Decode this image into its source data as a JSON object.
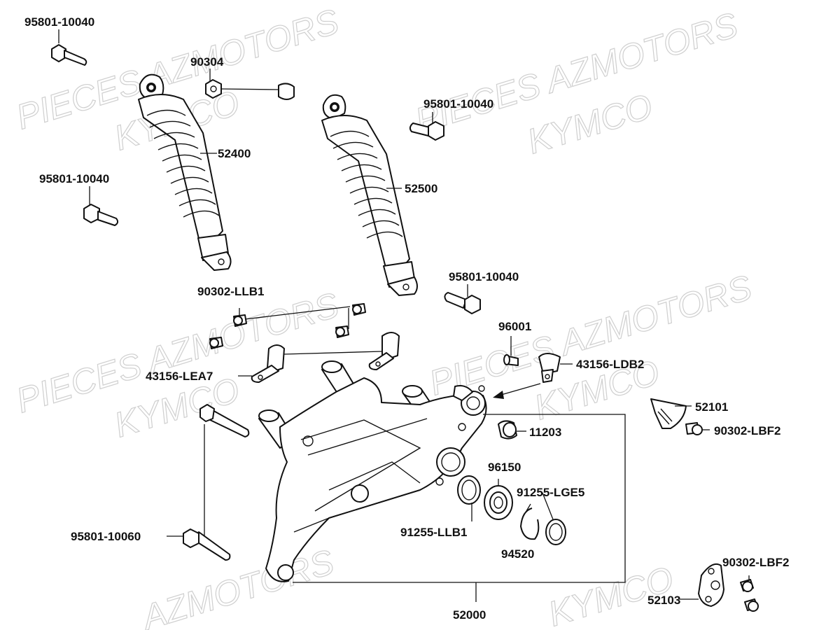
{
  "watermarks": [
    "PIECES AZMOTORS",
    "KYMCO",
    "PIECES AZMOTORS",
    "KYMCO",
    "PIECES AZMOTORS",
    "KYMCO",
    "PIECES AZMOTORS",
    "KYMCO",
    "AZMOTORS",
    "KYMCO"
  ],
  "labels": {
    "bolt_top_left": "95801-10040",
    "nut_90304": "90304",
    "bolt_center": "95801-10040",
    "shock_left": "52400",
    "bolt_left": "95801-10040",
    "shock_right": "52500",
    "bolt_lower": "95801-10040",
    "bolt_clamp": "90302-LLB1",
    "pin_96001": "96001",
    "clamp_left": "43156-LEA7",
    "clamp_right": "43156-LDB2",
    "bracket_52101": "52101",
    "bolt_lbf2_a": "90302-LBF2",
    "bush_11203": "11203",
    "bearing_96150": "96150",
    "seal_lge5": "91255-LGE5",
    "seal_llb1": "91255-LLB1",
    "clip_94520": "94520",
    "bolt_long": "95801-10060",
    "bolt_lbf2_b": "90302-LBF2",
    "bracket_52103": "52103",
    "swingarm": "52000"
  }
}
